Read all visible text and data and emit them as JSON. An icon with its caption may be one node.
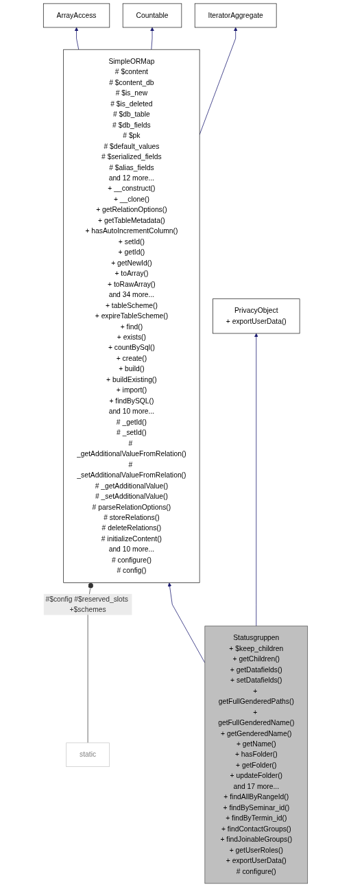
{
  "diagram": {
    "nodes": [
      {
        "text": [
          "ArrayAccess"
        ]
      },
      {
        "text": [
          "Countable"
        ]
      },
      {
        "text": [
          "IteratorAggregate"
        ]
      },
      {
        "text": [
          "static"
        ]
      },
      {
        "text": [
          "SimpleORMap",
          "# $content",
          "# $content_db",
          "# $is_new",
          "# $is_deleted",
          "# $db_table",
          "# $db_fields",
          "# $pk",
          "# $default_values",
          "# $serialized_fields",
          "# $alias_fields",
          "and 12 more...",
          "+ __construct()",
          "+ __clone()",
          "+ getRelationOptions()",
          "+ getTableMetadata()",
          "+ hasAutoIncrementColumn()",
          "+ setId()",
          "+ getId()",
          "+ getNewId()",
          "+ toArray()",
          "+ toRawArray()",
          "and 34 more...",
          "+ tableScheme()",
          "+ expireTableScheme()",
          "+ find()",
          "+ exists()",
          "+ countBySql()",
          "+ create()",
          "+ build()",
          "+ buildExisting()",
          "+ import()",
          "+ findBySQL()",
          "and 10 more...",
          "# _getId()",
          "# _setId()",
          "# _getAdditionalValueFromRelation()",
          "# _setAdditionalValueFromRelation()",
          "# _getAdditionalValue()",
          "# _setAdditionalValue()",
          "# parseRelationOptions()",
          "# storeRelations()",
          "# deleteRelations()",
          "# initializeContent()",
          "and 10 more...",
          "# configure()",
          "# config()"
        ]
      },
      {
        "text": [
          "PrivacyObject",
          "+ exportUserData()"
        ]
      },
      {
        "text": [
          "Statusgruppen",
          "+ $keep_children",
          "+ getChildren()",
          "+ getDatafields()",
          "+ setDatafields()",
          "+ getFullGenderedPaths()",
          "+ getFullGenderedName()",
          "+ getGenderedName()",
          "+ getName()",
          "+ hasFolder()",
          "+ getFolder()",
          "+ updateFolder()",
          "and 17 more...",
          "+ findAllByRangeId()",
          "+ findBySeminar_id()",
          "+ findByTermin_id()",
          "+ findContactGroups()",
          "+ findJoinableGroups()",
          "+ getUserRoles()",
          "+ exportUserData()",
          "# configure()"
        ]
      }
    ],
    "edges": [
      {
        "from": 4,
        "to": 0,
        "arrow": "to"
      },
      {
        "from": 4,
        "to": 1,
        "arrow": "to"
      },
      {
        "from": 4,
        "to": 2,
        "arrow": "to"
      },
      {
        "from": 3,
        "to": 4,
        "arrow": "other",
        "label": "#$config #$reserved_slots +$schemes",
        "color": "#404040"
      },
      {
        "from": 6,
        "to": 4,
        "arrow": "to"
      },
      {
        "from": 6,
        "to": 5,
        "arrow": "to"
      }
    ]
  }
}
